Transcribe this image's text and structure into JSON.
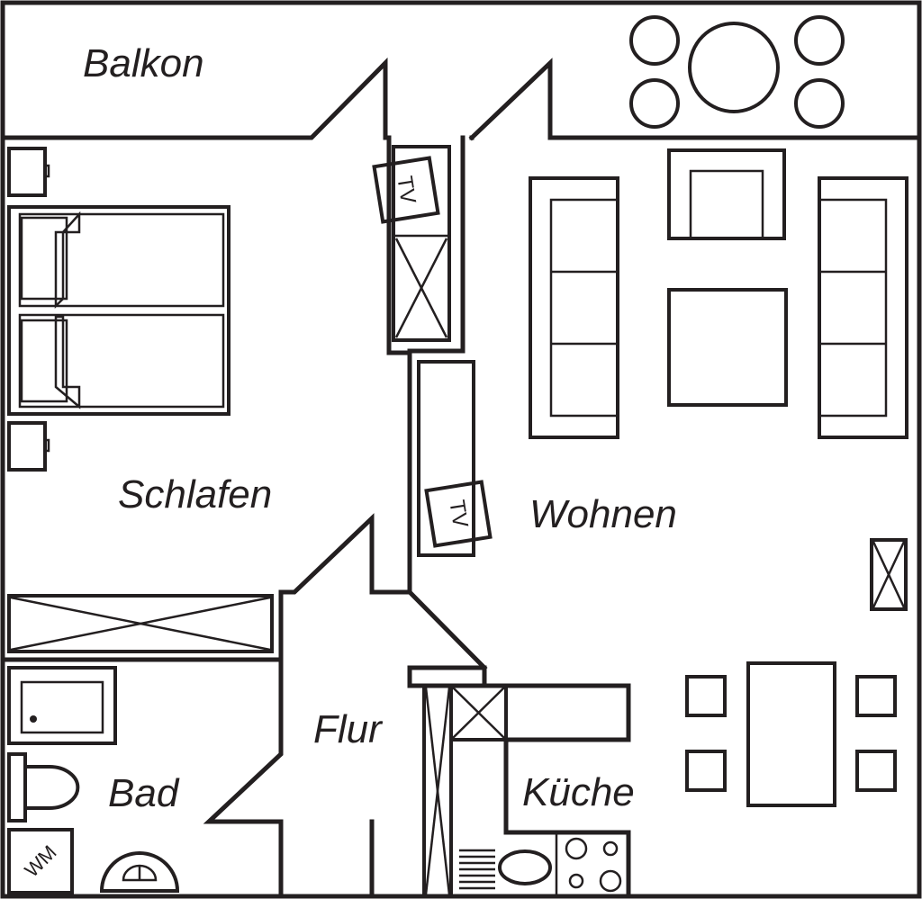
{
  "rooms": {
    "balkon": "Balkon",
    "schlafen": "Schlafen",
    "wohnen": "Wohnen",
    "flur": "Flur",
    "bad": "Bad",
    "kueche": "Küche"
  },
  "appliances": {
    "tv_label": "TV",
    "washing_machine_label": "WM"
  }
}
